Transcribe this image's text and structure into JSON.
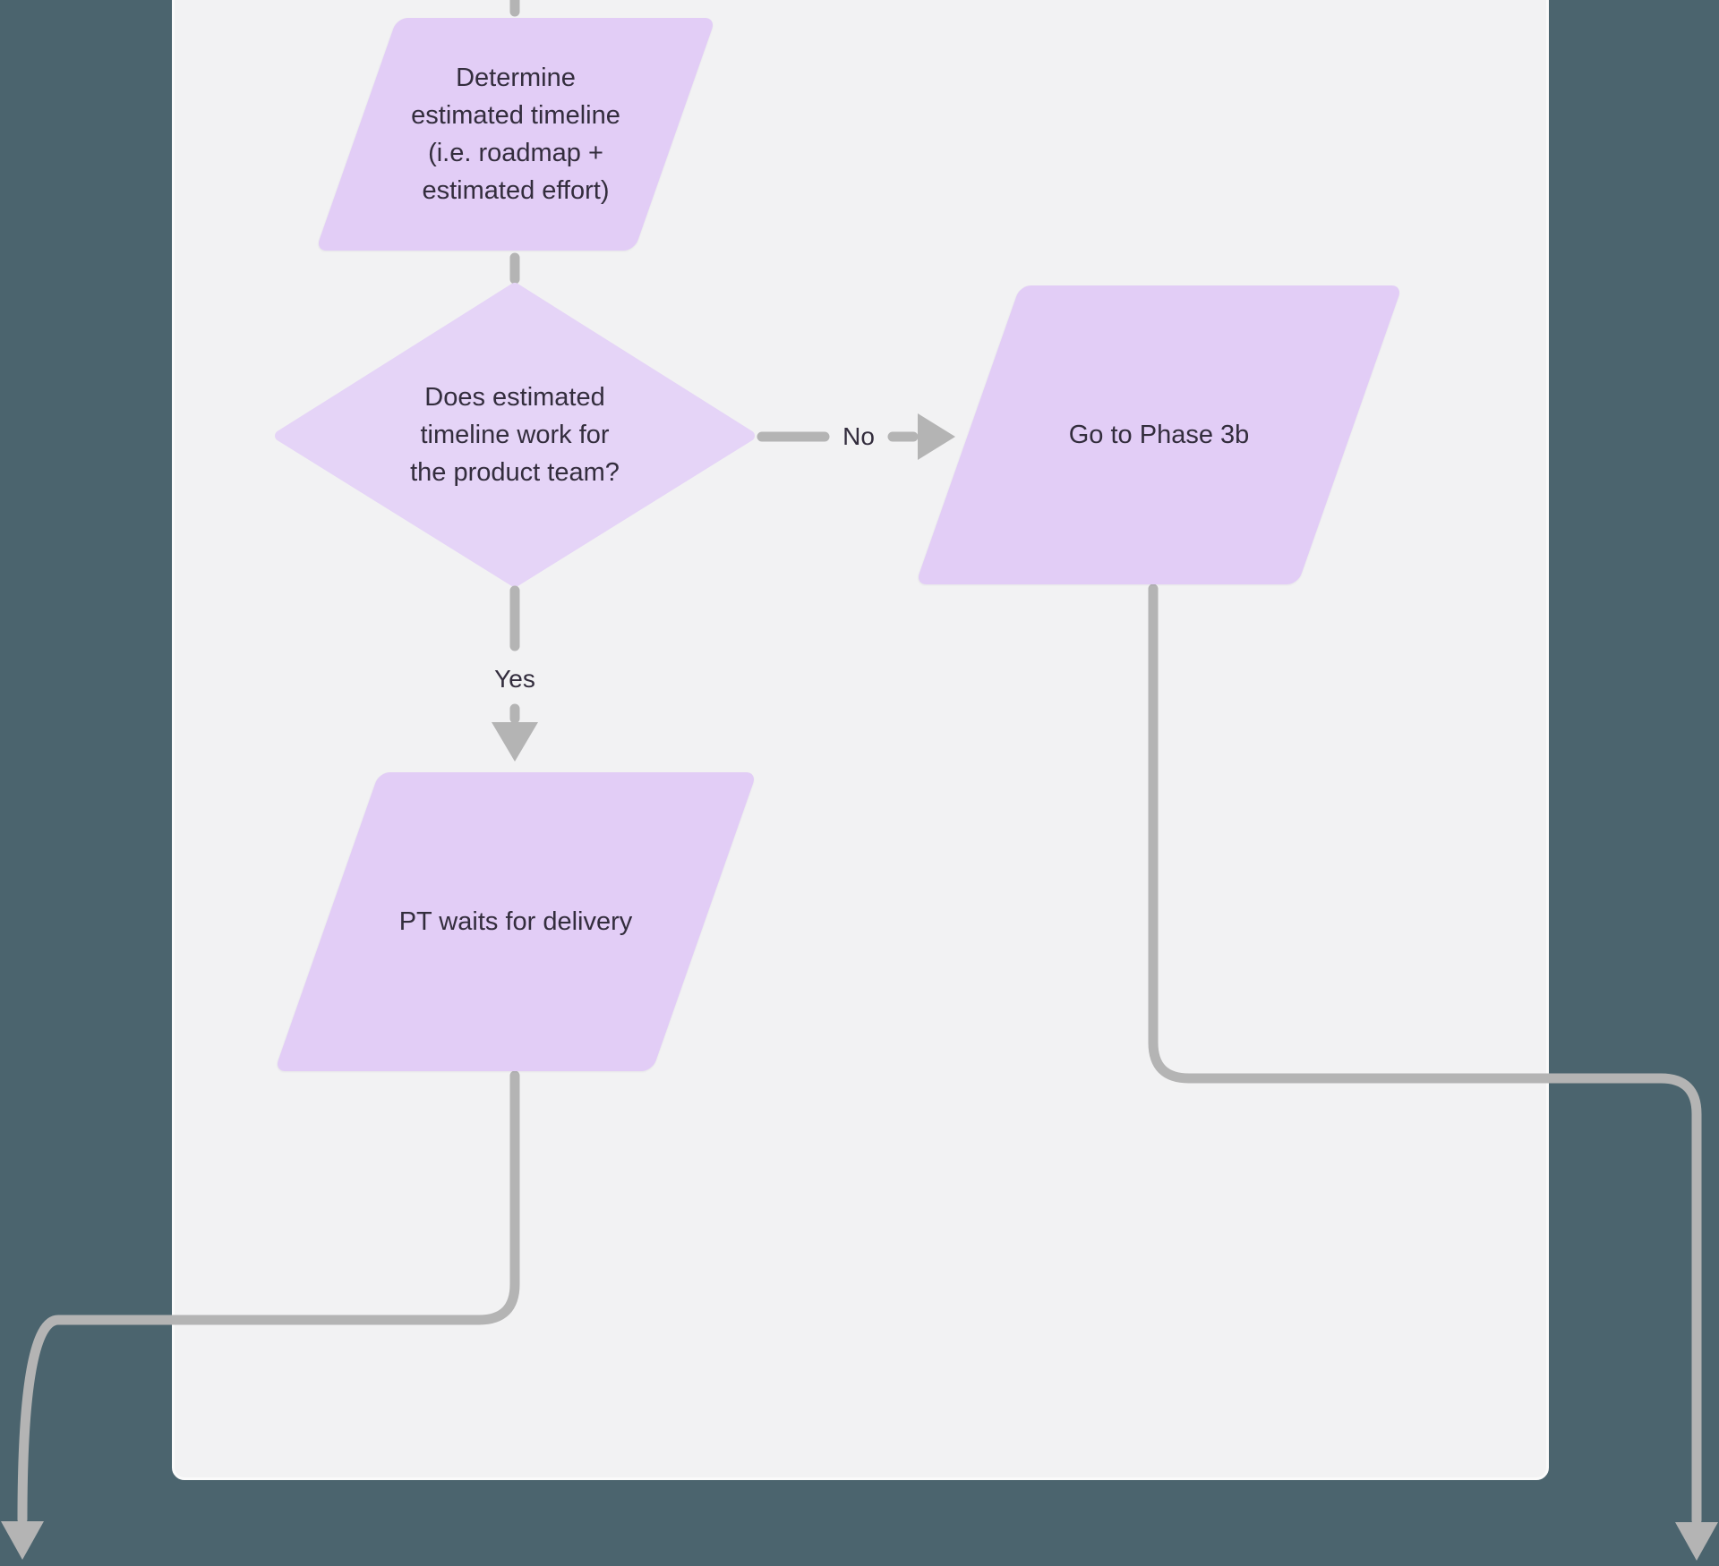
{
  "app": {
    "kind": "flowchart-canvas"
  },
  "colors": {
    "canvas_bg": "#4b646e",
    "panel_bg": "#f2f2f3",
    "panel_border": "#fafafa",
    "shape_fill": "#e2cdf6",
    "diamond_fill": "#e5d4f7",
    "connector": "#b4b4b4",
    "text": "#332d3d"
  },
  "nodes": {
    "determine_timeline": {
      "shape": "parallelogram",
      "lines": [
        "Determine",
        "estimated timeline",
        "(i.e. roadmap +",
        "estimated effort)"
      ]
    },
    "timeline_decision": {
      "shape": "diamond",
      "lines": [
        "Does estimated",
        "timeline work for",
        "the product team?"
      ]
    },
    "go_to_phase_3b": {
      "shape": "parallelogram",
      "lines": [
        "Go to Phase 3b"
      ]
    },
    "pt_waits": {
      "shape": "parallelogram",
      "lines": [
        "PT waits for delivery"
      ]
    }
  },
  "edge_labels": {
    "no": "No",
    "yes": "Yes"
  }
}
